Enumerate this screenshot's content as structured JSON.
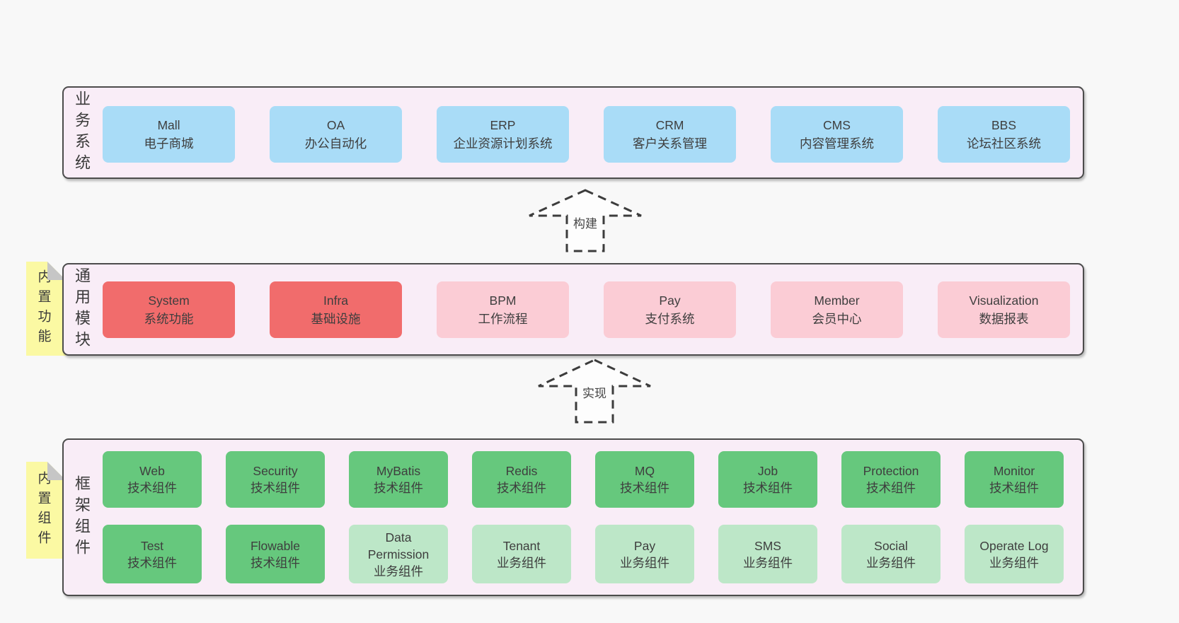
{
  "diagram": {
    "arrows": [
      {
        "label": "构建"
      },
      {
        "label": "实现"
      }
    ],
    "sections": [
      {
        "label": "业务系统",
        "boxes": [
          {
            "title": "Mall",
            "subtitle": "电子商城"
          },
          {
            "title": "OA",
            "subtitle": "办公自动化"
          },
          {
            "title": "ERP",
            "subtitle": "企业资源计划系统"
          },
          {
            "title": "CRM",
            "subtitle": "客户关系管理"
          },
          {
            "title": "CMS",
            "subtitle": "内容管理系统"
          },
          {
            "title": "BBS",
            "subtitle": "论坛社区系统"
          }
        ]
      },
      {
        "label": "通用模块",
        "note": "内置功能",
        "boxes": [
          {
            "title": "System",
            "subtitle": "系统功能"
          },
          {
            "title": "Infra",
            "subtitle": "基础设施"
          },
          {
            "title": "BPM",
            "subtitle": "工作流程"
          },
          {
            "title": "Pay",
            "subtitle": "支付系统"
          },
          {
            "title": "Member",
            "subtitle": "会员中心"
          },
          {
            "title": "Visualization",
            "subtitle": "数据报表"
          }
        ]
      },
      {
        "label": "框架组件",
        "note": "内置组件",
        "row1": [
          {
            "title": "Web",
            "subtitle": "技术组件"
          },
          {
            "title": "Security",
            "subtitle": "技术组件"
          },
          {
            "title": "MyBatis",
            "subtitle": "技术组件"
          },
          {
            "title": "Redis",
            "subtitle": "技术组件"
          },
          {
            "title": "MQ",
            "subtitle": "技术组件"
          },
          {
            "title": "Job",
            "subtitle": "技术组件"
          },
          {
            "title": "Protection",
            "subtitle": "技术组件"
          },
          {
            "title": "Monitor",
            "subtitle": "技术组件"
          }
        ],
        "row2": [
          {
            "title": "Test",
            "subtitle": "技术组件"
          },
          {
            "title": "Flowable",
            "subtitle": "技术组件"
          },
          {
            "title": "Data Permission",
            "subtitle": "业务组件"
          },
          {
            "title": "Tenant",
            "subtitle": "业务组件"
          },
          {
            "title": "Pay",
            "subtitle": "业务组件"
          },
          {
            "title": "SMS",
            "subtitle": "业务组件"
          },
          {
            "title": "Social",
            "subtitle": "业务组件"
          },
          {
            "title": "Operate Log",
            "subtitle": "业务组件"
          }
        ]
      }
    ],
    "colors": {
      "blue": "#a9dcf7",
      "red": "#f16c6c",
      "pink": "#fbccd5",
      "green": "#66c87d",
      "light_green": "#bde7c8",
      "panel_background": "#f9edf7",
      "panel_border": "#4c4c4c",
      "note_yellow": "#fbf9a3",
      "text": "#3e3e3e"
    }
  }
}
